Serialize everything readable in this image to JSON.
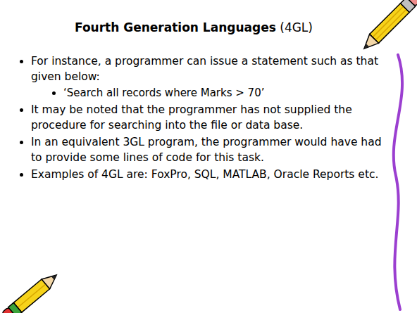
{
  "diagram": {
    "title": "Fourth Generation Languages",
    "labels": [
      "(4GL)",
      "For instance, a programmer can issue a statement such as that given below:",
      "‘Search all records where Marks > 70’",
      "It may be noted that the programmer has not supplied the procedure for searching into the file or data base.",
      "In an equivalent 3GL program, the programmer would have had to provide some lines of code for this task.",
      "Examples of 4GL are: FoxPro, SQL, MATLAB, Oracle Reports etc."
    ]
  }
}
